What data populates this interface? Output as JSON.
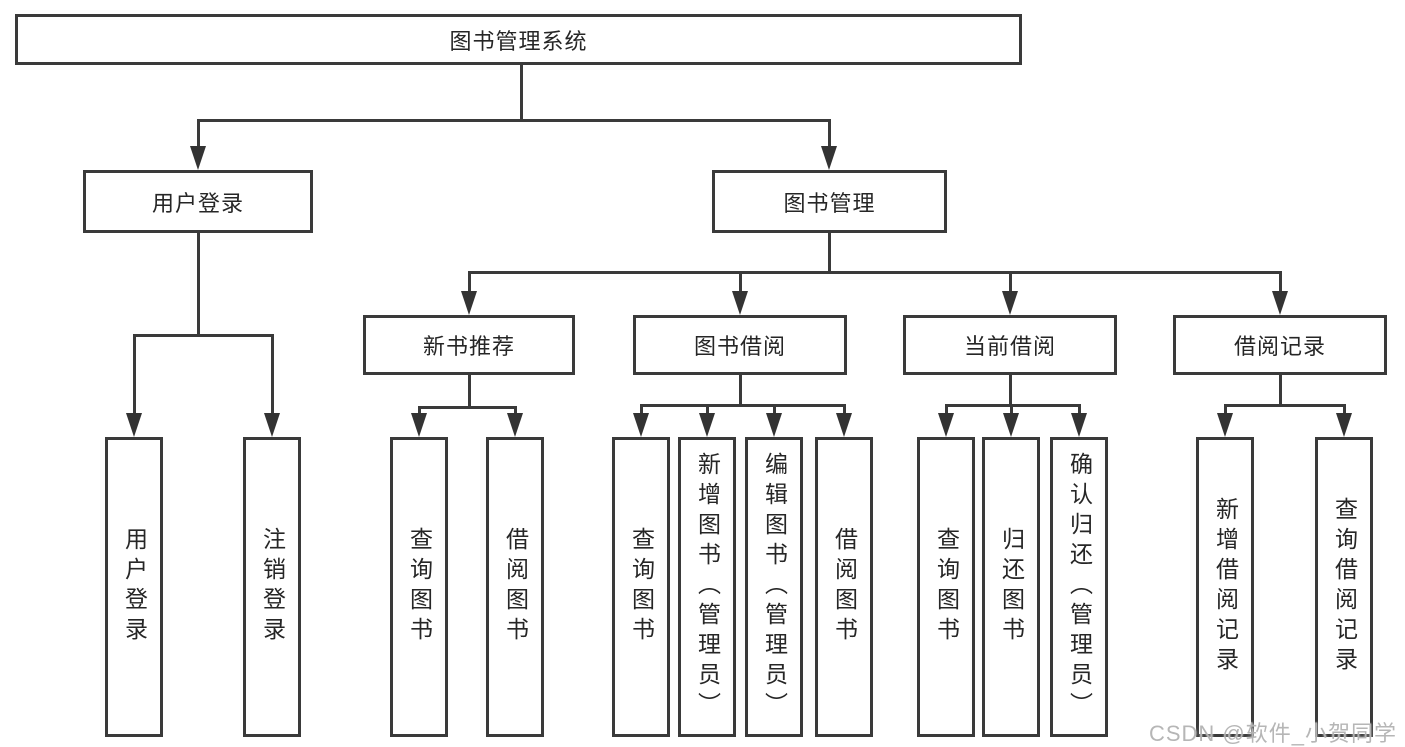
{
  "diagram": {
    "title": "图书管理系统",
    "watermark": "CSDN @软件_小贺同学",
    "colors": {
      "background": "#ffffff",
      "line": "#3a3a3a",
      "box_border": "#3a3a3a",
      "text": "#262626",
      "watermark": "#b2b2b2"
    },
    "tree": {
      "label": "图书管理系统",
      "children": [
        {
          "label": "用户登录",
          "children": [
            {
              "label": "用户登录"
            },
            {
              "label": "注销登录"
            }
          ]
        },
        {
          "label": "图书管理",
          "children": [
            {
              "label": "新书推荐",
              "children": [
                {
                  "label": "查询图书"
                },
                {
                  "label": "借阅图书"
                }
              ]
            },
            {
              "label": "图书借阅",
              "children": [
                {
                  "label": "查询图书"
                },
                {
                  "label": "新增图书（管理员）"
                },
                {
                  "label": "编辑图书（管理员）"
                },
                {
                  "label": "借阅图书"
                }
              ]
            },
            {
              "label": "当前借阅",
              "children": [
                {
                  "label": "查询图书"
                },
                {
                  "label": "归还图书"
                },
                {
                  "label": "确认归还（管理员）"
                }
              ]
            },
            {
              "label": "借阅记录",
              "children": [
                {
                  "label": "新增借阅记录"
                },
                {
                  "label": "查询借阅记录"
                }
              ]
            }
          ]
        }
      ]
    }
  }
}
